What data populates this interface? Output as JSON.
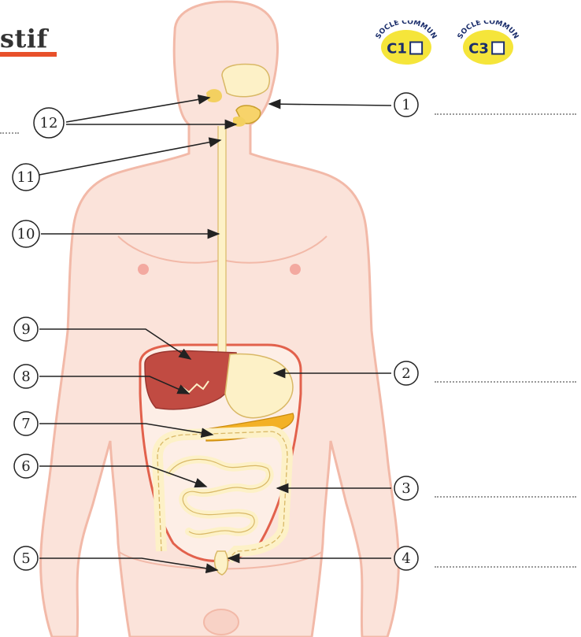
{
  "header": {
    "title_fragment": "stif",
    "accent_color": "#e8502a"
  },
  "badges": [
    {
      "arc_text": "SOCLE COMMUN",
      "code": "C1",
      "checkbox_checked": false
    },
    {
      "arc_text": "SOCLE COMMUN",
      "code": "C3",
      "checkbox_checked": false
    }
  ],
  "diagram": {
    "labels": [
      "1",
      "2",
      "3",
      "4",
      "5",
      "6",
      "7",
      "8",
      "9",
      "10",
      "11",
      "12"
    ],
    "colors": {
      "body_outline": "#f2b9a8",
      "body_fill": "#fbe3da",
      "organ_fill": "#fdf1c7",
      "liver": "#c14b42",
      "pancreas": "#f3b126",
      "badge_yellow": "#f5e53a"
    }
  }
}
